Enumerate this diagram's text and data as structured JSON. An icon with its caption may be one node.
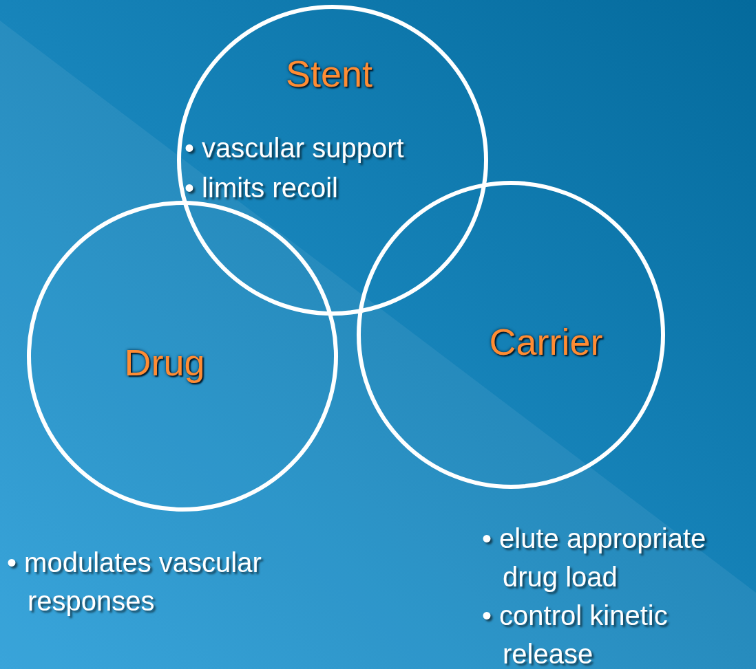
{
  "diagram": {
    "nodes": [
      {
        "text": [
          "Stent",
          "• vascular support",
          "• limits recoil"
        ]
      },
      {
        "text": [
          "Drug"
        ],
        "beside": [
          "• modulates vascular responses"
        ]
      },
      {
        "text": [
          "Carrier"
        ],
        "beside": [
          "• elute appropriate drug load",
          "• control kinetic release"
        ]
      }
    ]
  }
}
